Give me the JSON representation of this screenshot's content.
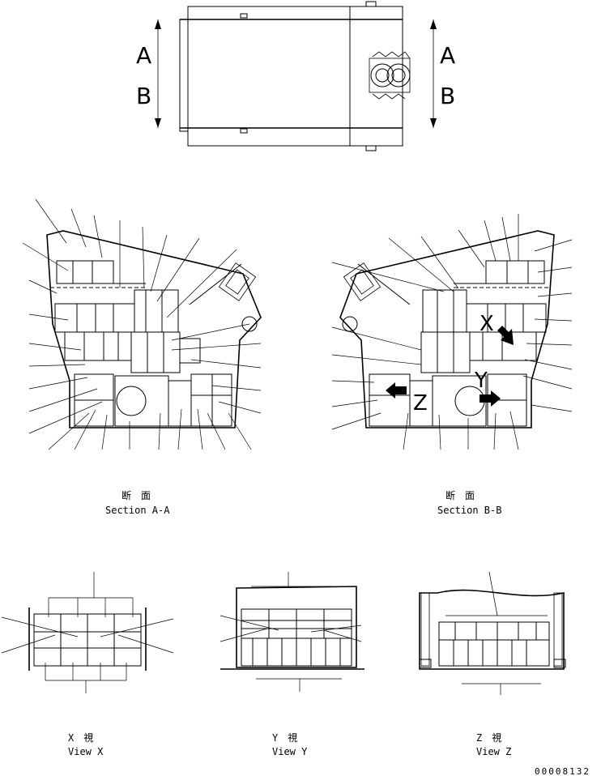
{
  "top_view": {
    "section_a_left": "A",
    "section_b_left": "B",
    "section_a_right": "A",
    "section_b_right": "B"
  },
  "section_aa": {
    "jp": "断　面",
    "label": "Section A-A"
  },
  "section_bb": {
    "jp": "断　面",
    "label": "Section B-B",
    "mark_x": "X",
    "mark_y": "Y",
    "mark_z": "Z"
  },
  "view_x": {
    "jp": "X　視",
    "label": "View X"
  },
  "view_y": {
    "jp": "Y　視",
    "label": "View Y"
  },
  "view_z": {
    "jp": "Z　視",
    "label": "View Z"
  },
  "drawing_number": "00008132"
}
